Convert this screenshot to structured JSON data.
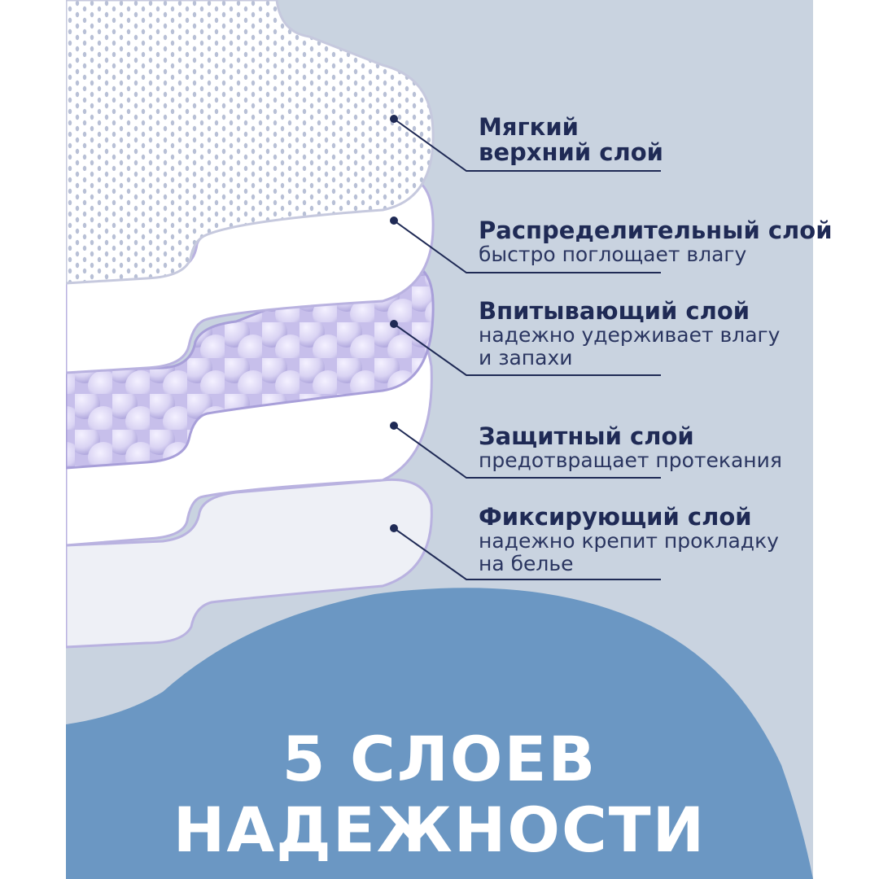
{
  "layers": [
    {
      "id": "soft-top",
      "title": "Мягкий",
      "title2": "верхний слой",
      "desc": "",
      "desc2": ""
    },
    {
      "id": "distribution",
      "title": "Распределительный слой",
      "desc": "быстро поглощает влагу",
      "desc2": ""
    },
    {
      "id": "absorbent",
      "title": "Впитывающий слой",
      "desc": "надежно удерживает влагу",
      "desc2": "и запахи"
    },
    {
      "id": "protective",
      "title": "Защитный слой",
      "desc": "предотвращает протекания",
      "desc2": ""
    },
    {
      "id": "fixing",
      "title": "Фиксирующий слой",
      "desc": "надежно крепит прокладку",
      "desc2": "на белье"
    }
  ],
  "headline": {
    "line1": "5 СЛОЕВ",
    "line2": "НАДЕЖНОСТИ"
  },
  "colors": {
    "background": "#c9d3e0",
    "blob": "#6b97c3",
    "text": "#1f2a55",
    "lilac": "#b9b2e0"
  }
}
